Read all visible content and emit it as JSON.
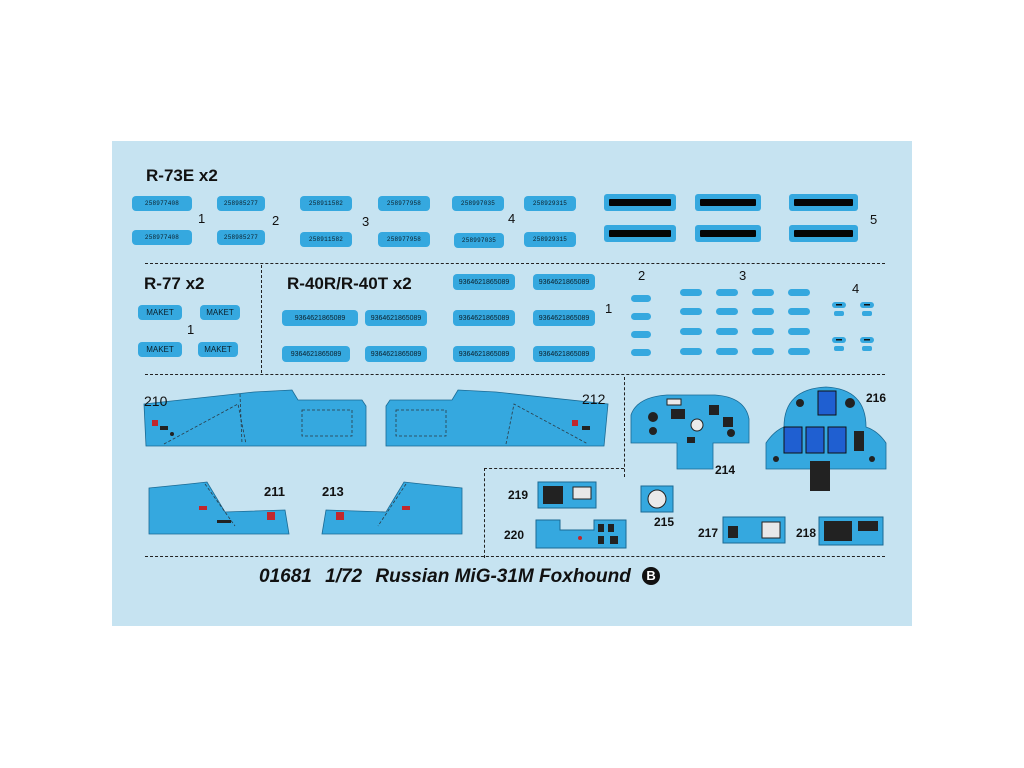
{
  "sheet": {
    "title": {
      "kit_number": "01681",
      "scale": "1/72",
      "name": "Russian MiG-31M Foxhound",
      "sheet_letter": "B"
    }
  },
  "r73e": {
    "header": "R-73E x2",
    "group_numbers": [
      "1",
      "2",
      "3",
      "4",
      "5"
    ]
  },
  "r77": {
    "header": "R-77 x2",
    "group_number": "1",
    "labels": [
      "MAKET",
      "MAKET",
      "MAKET",
      "MAKET"
    ]
  },
  "r40": {
    "header": "R-40R/R-40T x2",
    "group_numbers": [
      "1",
      "2",
      "3",
      "4"
    ],
    "serials": [
      "9364621865089",
      "9364621865089",
      "9364621865089",
      "9364621865089",
      "9364621865089",
      "9364621865089",
      "9364621865089",
      "9364621865089",
      "9364621865089",
      "9364621865089"
    ]
  },
  "parts": {
    "p210": "210",
    "p211": "211",
    "p212": "212",
    "p213": "213",
    "p214": "214",
    "p215": "215",
    "p216": "216",
    "p217": "217",
    "p218": "218",
    "p219": "219",
    "p220": "220"
  },
  "colors": {
    "sheet_background": "#c6e3f1",
    "decal_blue": "#35a8df",
    "ink": "#111111"
  }
}
